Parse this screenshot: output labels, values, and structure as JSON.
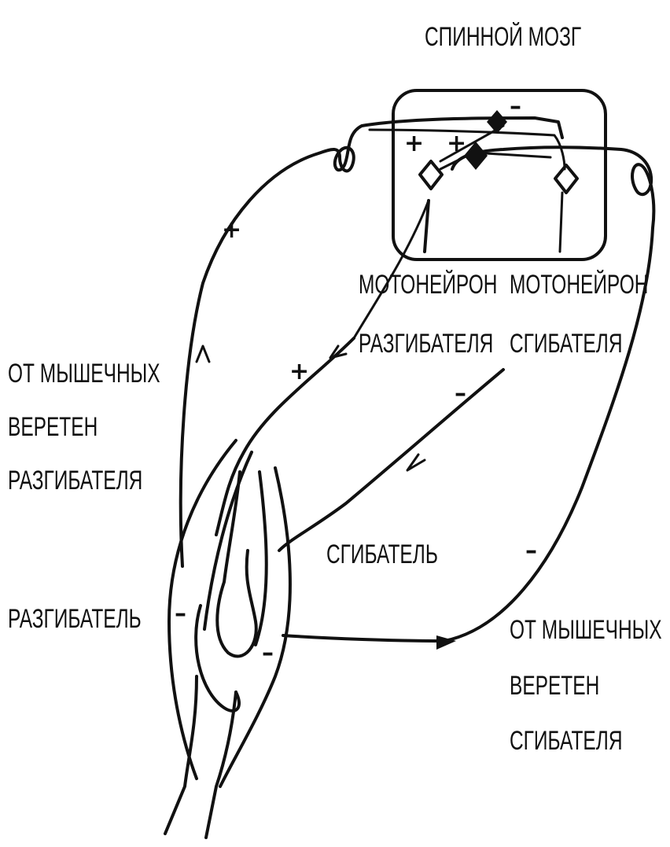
{
  "labels": {
    "spinal_cord": "СПИННОЙ МОЗГ",
    "extensor_motoneuron_line1": "МОТОНЕЙРОН",
    "extensor_motoneuron_line2": "РАЗГИБАТЕЛЯ",
    "flexor_motoneuron_line1": "МОТОНЕЙРОН",
    "flexor_motoneuron_line2": "СГИБАТЕЛЯ",
    "extensor_spindle_line1": "ОТ МЫШЕЧНЫХ",
    "extensor_spindle_line2": "ВЕРЕТЕН",
    "extensor_spindle_line3": "РАЗГИБАТЕЛЯ",
    "flexor_muscle": "СГИБАТЕЛЬ",
    "extensor_muscle": "РАЗГИБАТЕЛЬ",
    "flexor_spindle_line1": "ОТ МЫШЕЧНЫХ",
    "flexor_spindle_line2": "ВЕРЕТЕН",
    "flexor_spindle_line3": "СГИБАТЕЛЯ"
  },
  "signs": {
    "plus": "+",
    "minus": "–"
  },
  "colors": {
    "ink": "#111111",
    "background": "#ffffff"
  }
}
